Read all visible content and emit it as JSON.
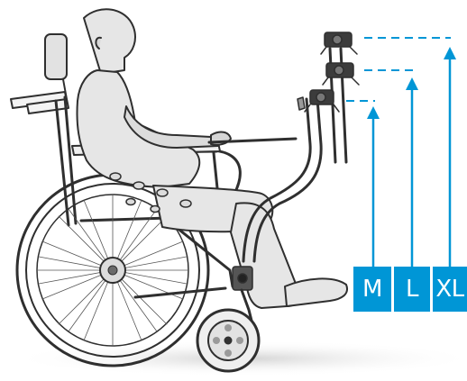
{
  "sizes": [
    {
      "label": "M"
    },
    {
      "label": "L"
    },
    {
      "label": "XL"
    }
  ],
  "colors": {
    "accent": "#0096d6",
    "line": "#2f2f2f",
    "fill": "#e9e9e9",
    "shadow": "#d9d9d9"
  },
  "icons": [
    "wheelchair-illustration",
    "seated-person",
    "arm-support-mount",
    "up-arrow-icon"
  ]
}
